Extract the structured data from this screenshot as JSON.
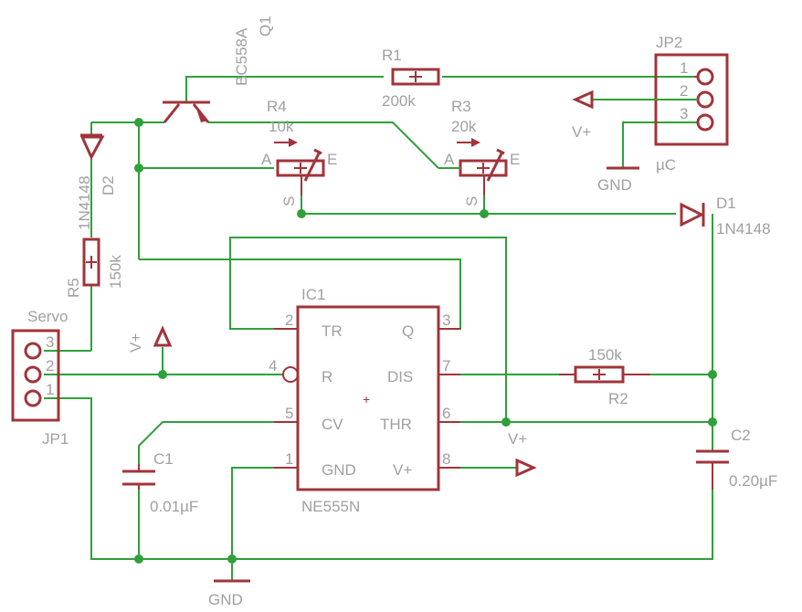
{
  "colors": {
    "wire": "#2fa03a",
    "part": "#a0343a",
    "label": "#a0a0a0"
  },
  "q1": {
    "type": "BC558A",
    "name": "Q1"
  },
  "r1": {
    "name": "R1",
    "value": "200k"
  },
  "r2": {
    "name": "R2",
    "value": "150k"
  },
  "r3": {
    "name": "R3",
    "value": "20k",
    "a": "A",
    "e": "E",
    "s": "S"
  },
  "r4": {
    "name": "R4",
    "value": "10k",
    "a": "A",
    "e": "E",
    "s": "S"
  },
  "r5": {
    "name": "R5",
    "value": "150k"
  },
  "d1": {
    "name": "D1",
    "value": "1N4148"
  },
  "d2": {
    "name": "D2",
    "value": "1N4148"
  },
  "c1": {
    "name": "C1",
    "value": "0.01µF"
  },
  "c2": {
    "name": "C2",
    "value": "0.20µF"
  },
  "jp1": {
    "name": "JP1",
    "title": "Servo",
    "pins": [
      "3",
      "2",
      "1"
    ]
  },
  "jp2": {
    "name": "JP2",
    "title": "µC",
    "pins": [
      "1",
      "2",
      "3"
    ]
  },
  "ic1": {
    "name": "IC1",
    "part": "NE555N",
    "left_pins": [
      {
        "num": "2",
        "label": "TR"
      },
      {
        "num": "4",
        "label": "R"
      },
      {
        "num": "5",
        "label": "CV"
      },
      {
        "num": "1",
        "label": "GND"
      }
    ],
    "right_pins": [
      {
        "num": "3",
        "label": "Q"
      },
      {
        "num": "7",
        "label": "DIS"
      },
      {
        "num": "6",
        "label": "THR"
      },
      {
        "num": "8",
        "label": "V+"
      }
    ]
  },
  "supplies": {
    "vplus": "V+",
    "gnd": "GND"
  }
}
